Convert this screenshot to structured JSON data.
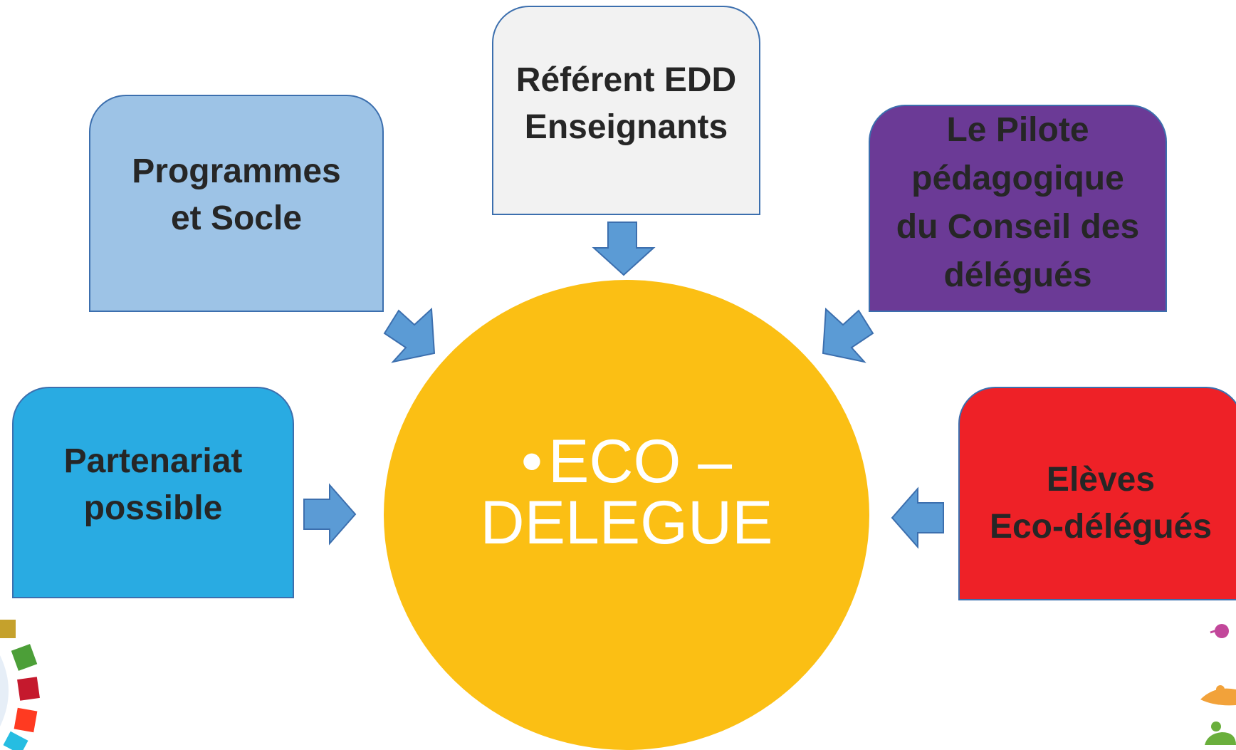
{
  "diagram": {
    "center": {
      "bullet": "•",
      "line1": "ECO –",
      "line2": "DELEGUE",
      "color": "#fbbf14"
    },
    "boxes": {
      "programmes": {
        "lines": [
          "Programmes",
          "et Socle"
        ],
        "color": "#9dc3e6"
      },
      "referent": {
        "lines": [
          "Référent EDD",
          "Enseignants"
        ],
        "color": "#f2f2f2"
      },
      "pilote": {
        "lines": [
          "Le Pilote",
          "pédagogique",
          "du Conseil des",
          "délégués"
        ],
        "color": "#6b3a96"
      },
      "partenariat": {
        "lines": [
          "Partenariat",
          "possible"
        ],
        "color": "#29abe2"
      },
      "eleves": {
        "lines": [
          "Elèves",
          "Eco-délégués"
        ],
        "color": "#ee2127"
      }
    },
    "arrow_color": "#5b9bd5"
  }
}
